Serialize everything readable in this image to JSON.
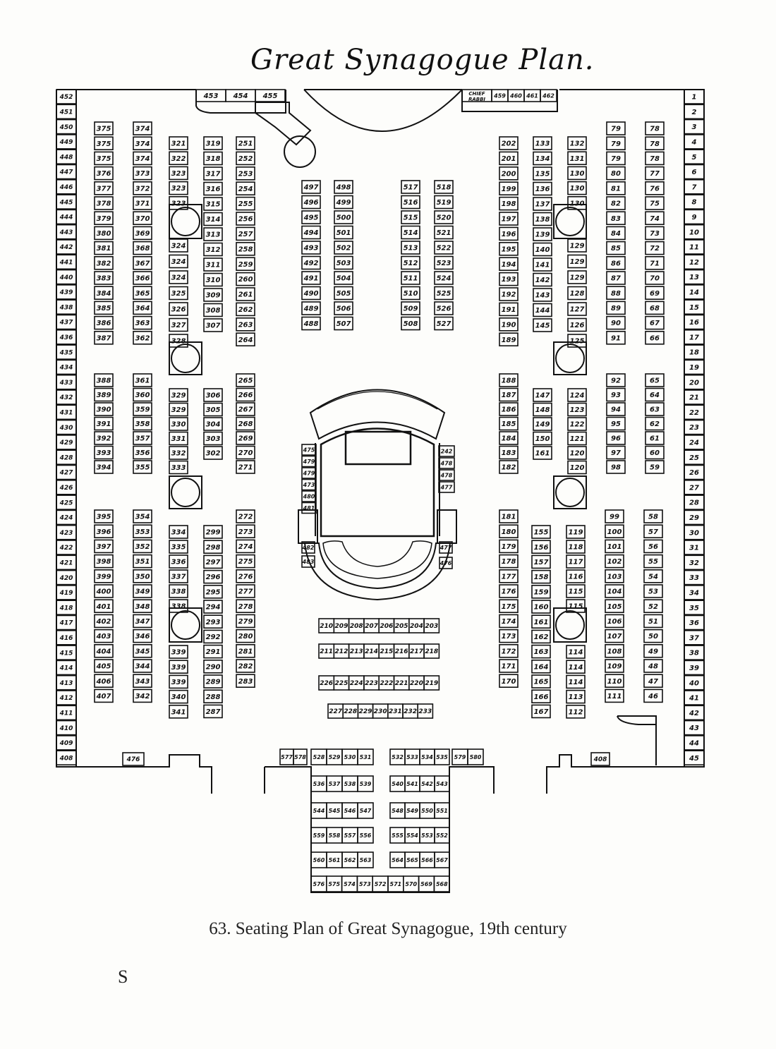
{
  "title": "Great Synagogue Plan.",
  "caption": "63. Seating Plan of Great Synagogue, 19th century",
  "signature_mark": "S",
  "labels": {
    "chief_rabbi": [
      "CHIEF",
      "RABBI"
    ]
  },
  "colors": {
    "ink": "#111111",
    "paper": "#fdfdfb"
  },
  "seats": {
    "left_wall": [
      "452",
      "451",
      "450",
      "449",
      "448",
      "447",
      "446",
      "445",
      "444",
      "443",
      "442",
      "441",
      "440",
      "439",
      "438",
      "437",
      "436",
      "435",
      "434",
      "433",
      "432",
      "431",
      "430",
      "429",
      "428",
      "427",
      "426",
      "425",
      "424",
      "423",
      "422",
      "421",
      "420",
      "419",
      "418",
      "417",
      "416",
      "415",
      "414",
      "413",
      "412",
      "411",
      "410",
      "409",
      "408"
    ],
    "right_wall": [
      "1",
      "2",
      "3",
      "4",
      "5",
      "6",
      "7",
      "8",
      "9",
      "10",
      "11",
      "12",
      "13",
      "14",
      "15",
      "16",
      "17",
      "18",
      "19",
      "20",
      "21",
      "22",
      "23",
      "24",
      "25",
      "26",
      "27",
      "28",
      "29",
      "30",
      "31",
      "32",
      "33",
      "34",
      "35",
      "36",
      "37",
      "38",
      "39",
      "40",
      "41",
      "42",
      "43",
      "44",
      "45"
    ],
    "top_left_box": [
      "453",
      "454",
      "455"
    ],
    "top_right_box": [
      "459",
      "460",
      "461",
      "462"
    ],
    "col_375_top": [
      "375",
      "375",
      "375",
      "376",
      "377",
      "378",
      "379",
      "380",
      "381",
      "382",
      "383",
      "384",
      "385",
      "386",
      "387"
    ],
    "col_374_top": [
      "374",
      "374",
      "374",
      "373",
      "372",
      "371",
      "370",
      "369",
      "368",
      "367",
      "366",
      "365",
      "364",
      "363",
      "362"
    ],
    "col_321_top": [
      "321",
      "322",
      "323",
      "323",
      "323"
    ],
    "col_324_top": [
      "324",
      "324",
      "324",
      "325",
      "326",
      "327",
      "328"
    ],
    "col_319_top": [
      "319",
      "318",
      "317",
      "316",
      "315",
      "314",
      "313",
      "312",
      "311",
      "310",
      "309",
      "308",
      "307"
    ],
    "col_251_top": [
      "251",
      "252",
      "253",
      "254",
      "255",
      "256",
      "257",
      "258",
      "259",
      "260",
      "261",
      "262",
      "263",
      "264"
    ],
    "col_497": [
      "497",
      "496",
      "495",
      "494",
      "493",
      "492",
      "491",
      "490",
      "489",
      "488"
    ],
    "col_498": [
      "498",
      "499",
      "500",
      "501",
      "502",
      "503",
      "504",
      "505",
      "506",
      "507"
    ],
    "col_517": [
      "517",
      "516",
      "515",
      "514",
      "513",
      "512",
      "511",
      "510",
      "509",
      "508"
    ],
    "col_518": [
      "518",
      "519",
      "520",
      "521",
      "522",
      "523",
      "524",
      "525",
      "526",
      "527"
    ],
    "col_202_top": [
      "202",
      "201",
      "200",
      "199",
      "198",
      "197",
      "196",
      "195",
      "194",
      "193",
      "192",
      "191",
      "190",
      "189"
    ],
    "col_133_top": [
      "133",
      "134",
      "135",
      "136",
      "137",
      "138",
      "139",
      "140",
      "141",
      "142",
      "143",
      "144",
      "145"
    ],
    "col_132_top": [
      "132",
      "131",
      "130",
      "130",
      "130"
    ],
    "col_129_top": [
      "129",
      "129",
      "129",
      "128",
      "127",
      "126",
      "125"
    ],
    "col_79_top": [
      "79",
      "79",
      "79",
      "80",
      "81",
      "82",
      "83",
      "84",
      "85",
      "86",
      "87",
      "88",
      "89",
      "90",
      "91"
    ],
    "col_78_top": [
      "78",
      "78",
      "78",
      "77",
      "76",
      "75",
      "74",
      "73",
      "72",
      "71",
      "70",
      "69",
      "68",
      "67",
      "66"
    ],
    "col_388": [
      "388",
      "389",
      "390",
      "391",
      "392",
      "393",
      "394"
    ],
    "col_361": [
      "361",
      "360",
      "359",
      "358",
      "357",
      "356",
      "355"
    ],
    "col_329": [
      "329",
      "329",
      "330",
      "331",
      "332",
      "333"
    ],
    "col_306": [
      "306",
      "305",
      "304",
      "303",
      "302"
    ],
    "col_265": [
      "265",
      "266",
      "267",
      "268",
      "269",
      "270",
      "271"
    ],
    "col_188": [
      "188",
      "187",
      "186",
      "185",
      "184",
      "183",
      "182"
    ],
    "col_147": [
      "147",
      "148",
      "149",
      "150",
      "161"
    ],
    "col_124": [
      "124",
      "123",
      "122",
      "121",
      "120",
      "120"
    ],
    "col_92": [
      "92",
      "93",
      "94",
      "95",
      "96",
      "97",
      "98"
    ],
    "col_65": [
      "65",
      "64",
      "63",
      "62",
      "61",
      "60",
      "59"
    ],
    "col_395": [
      "395",
      "396",
      "397",
      "398",
      "399",
      "400",
      "401",
      "402",
      "403",
      "404",
      "405",
      "406",
      "407"
    ],
    "col_354": [
      "354",
      "353",
      "352",
      "351",
      "350",
      "349",
      "348",
      "347",
      "346",
      "345",
      "344",
      "343",
      "342"
    ],
    "col_334_a": [
      "334",
      "335",
      "336",
      "337",
      "338",
      "338"
    ],
    "col_334_b": [
      "339",
      "339",
      "339",
      "340",
      "341"
    ],
    "col_299": [
      "299",
      "298",
      "297",
      "296",
      "295",
      "294",
      "293",
      "292",
      "291",
      "290",
      "289",
      "288",
      "287"
    ],
    "col_272": [
      "272",
      "273",
      "274",
      "275",
      "276",
      "277",
      "278",
      "279",
      "280",
      "281",
      "282",
      "283"
    ],
    "col_181": [
      "181",
      "180",
      "179",
      "178",
      "177",
      "176",
      "175",
      "174",
      "173",
      "172",
      "171",
      "170"
    ],
    "col_155": [
      "155",
      "156",
      "157",
      "158",
      "159",
      "160",
      "161",
      "162",
      "163",
      "164",
      "165",
      "166",
      "167"
    ],
    "col_119_a": [
      "119",
      "118",
      "117",
      "116",
      "115",
      "115"
    ],
    "col_119_b": [
      "114",
      "114",
      "114",
      "113",
      "112"
    ],
    "col_99": [
      "99",
      "100",
      "101",
      "102",
      "103",
      "104",
      "105",
      "106",
      "107",
      "108",
      "109",
      "110",
      "111"
    ],
    "col_58": [
      "58",
      "57",
      "56",
      "55",
      "54",
      "53",
      "52",
      "51",
      "50",
      "49",
      "48",
      "47",
      "46"
    ],
    "ark_left": [
      "475",
      "479",
      "479",
      "473",
      "480",
      "481"
    ],
    "ark_right": [
      "242",
      "478",
      "478",
      "477"
    ],
    "bimah_left": [
      "482",
      "483"
    ],
    "bimah_right": [
      "477",
      "476"
    ],
    "center_row_1": [
      "210",
      "209",
      "208",
      "207",
      "206",
      "205",
      "204",
      "203"
    ],
    "center_row_2": [
      "211",
      "212",
      "213",
      "214",
      "215",
      "216",
      "217",
      "218"
    ],
    "center_row_3": [
      "226",
      "225",
      "224",
      "223",
      "222",
      "221",
      "220",
      "219"
    ],
    "center_row_4": [
      "227",
      "228",
      "229",
      "230",
      "231",
      "232",
      "233"
    ],
    "bottom_476": [
      "476"
    ],
    "bottom_408": [
      "408"
    ],
    "entrance_left_pair": [
      "577",
      "578"
    ],
    "entrance_right_pair": [
      "579",
      "580"
    ],
    "back_l1": [
      "528",
      "529",
      "530",
      "531"
    ],
    "back_r1": [
      "532",
      "533",
      "534",
      "535"
    ],
    "back_l2": [
      "536",
      "537",
      "538",
      "539"
    ],
    "back_r2": [
      "540",
      "541",
      "542",
      "543"
    ],
    "back_l3": [
      "544",
      "545",
      "546",
      "547"
    ],
    "back_r3": [
      "548",
      "549",
      "550",
      "551"
    ],
    "back_l4": [
      "559",
      "558",
      "557",
      "556"
    ],
    "back_r4": [
      "555",
      "554",
      "553",
      "552"
    ],
    "back_l5": [
      "560",
      "561",
      "562",
      "563"
    ],
    "back_r5": [
      "564",
      "565",
      "566",
      "567"
    ],
    "back_row_6": [
      "576",
      "575",
      "574",
      "573",
      "572",
      "571",
      "570",
      "569",
      "568"
    ]
  }
}
